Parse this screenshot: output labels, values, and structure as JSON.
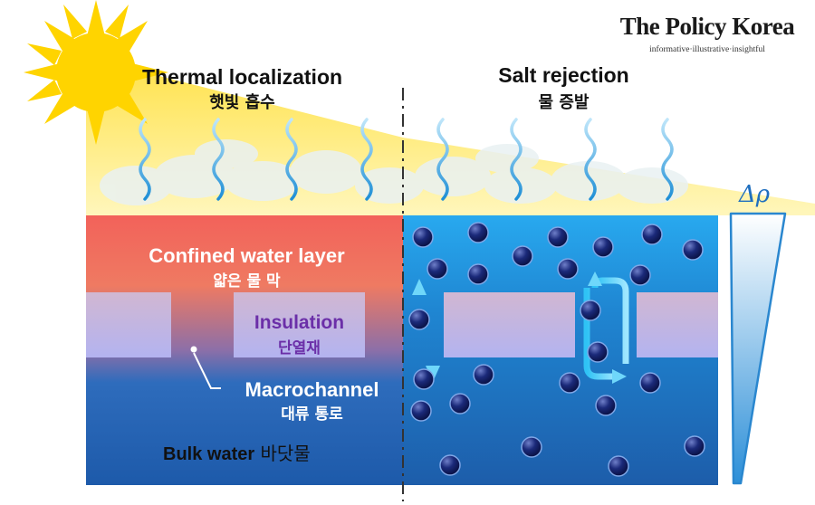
{
  "brand": {
    "name": "The Policy Korea",
    "tagline": "informative·illustrative·insightful"
  },
  "left": {
    "title_en": "Thermal localization",
    "title_ko": "햇빛 흡수",
    "confined_en": "Confined water layer",
    "confined_ko": "얇은 물 막",
    "insulation_en": "Insulation",
    "insulation_ko": "단열재",
    "macro_en": "Macrochannel",
    "macro_ko": "대류 통로",
    "bulk_en": "Bulk water",
    "bulk_ko": "바닷물"
  },
  "right": {
    "title_en": "Salt rejection",
    "title_ko": "물 증발"
  },
  "gradient_label": "Δρ",
  "colors": {
    "sun": "#FFD400",
    "confined_top": "#F2625A",
    "insulation": "#C4B5E8",
    "bulk": "#1D63B4",
    "right_top": "#27A8EE",
    "vapor": "#3FA9E0",
    "ion": "#0D1A5E",
    "insulation_text": "#6B2FA8"
  }
}
